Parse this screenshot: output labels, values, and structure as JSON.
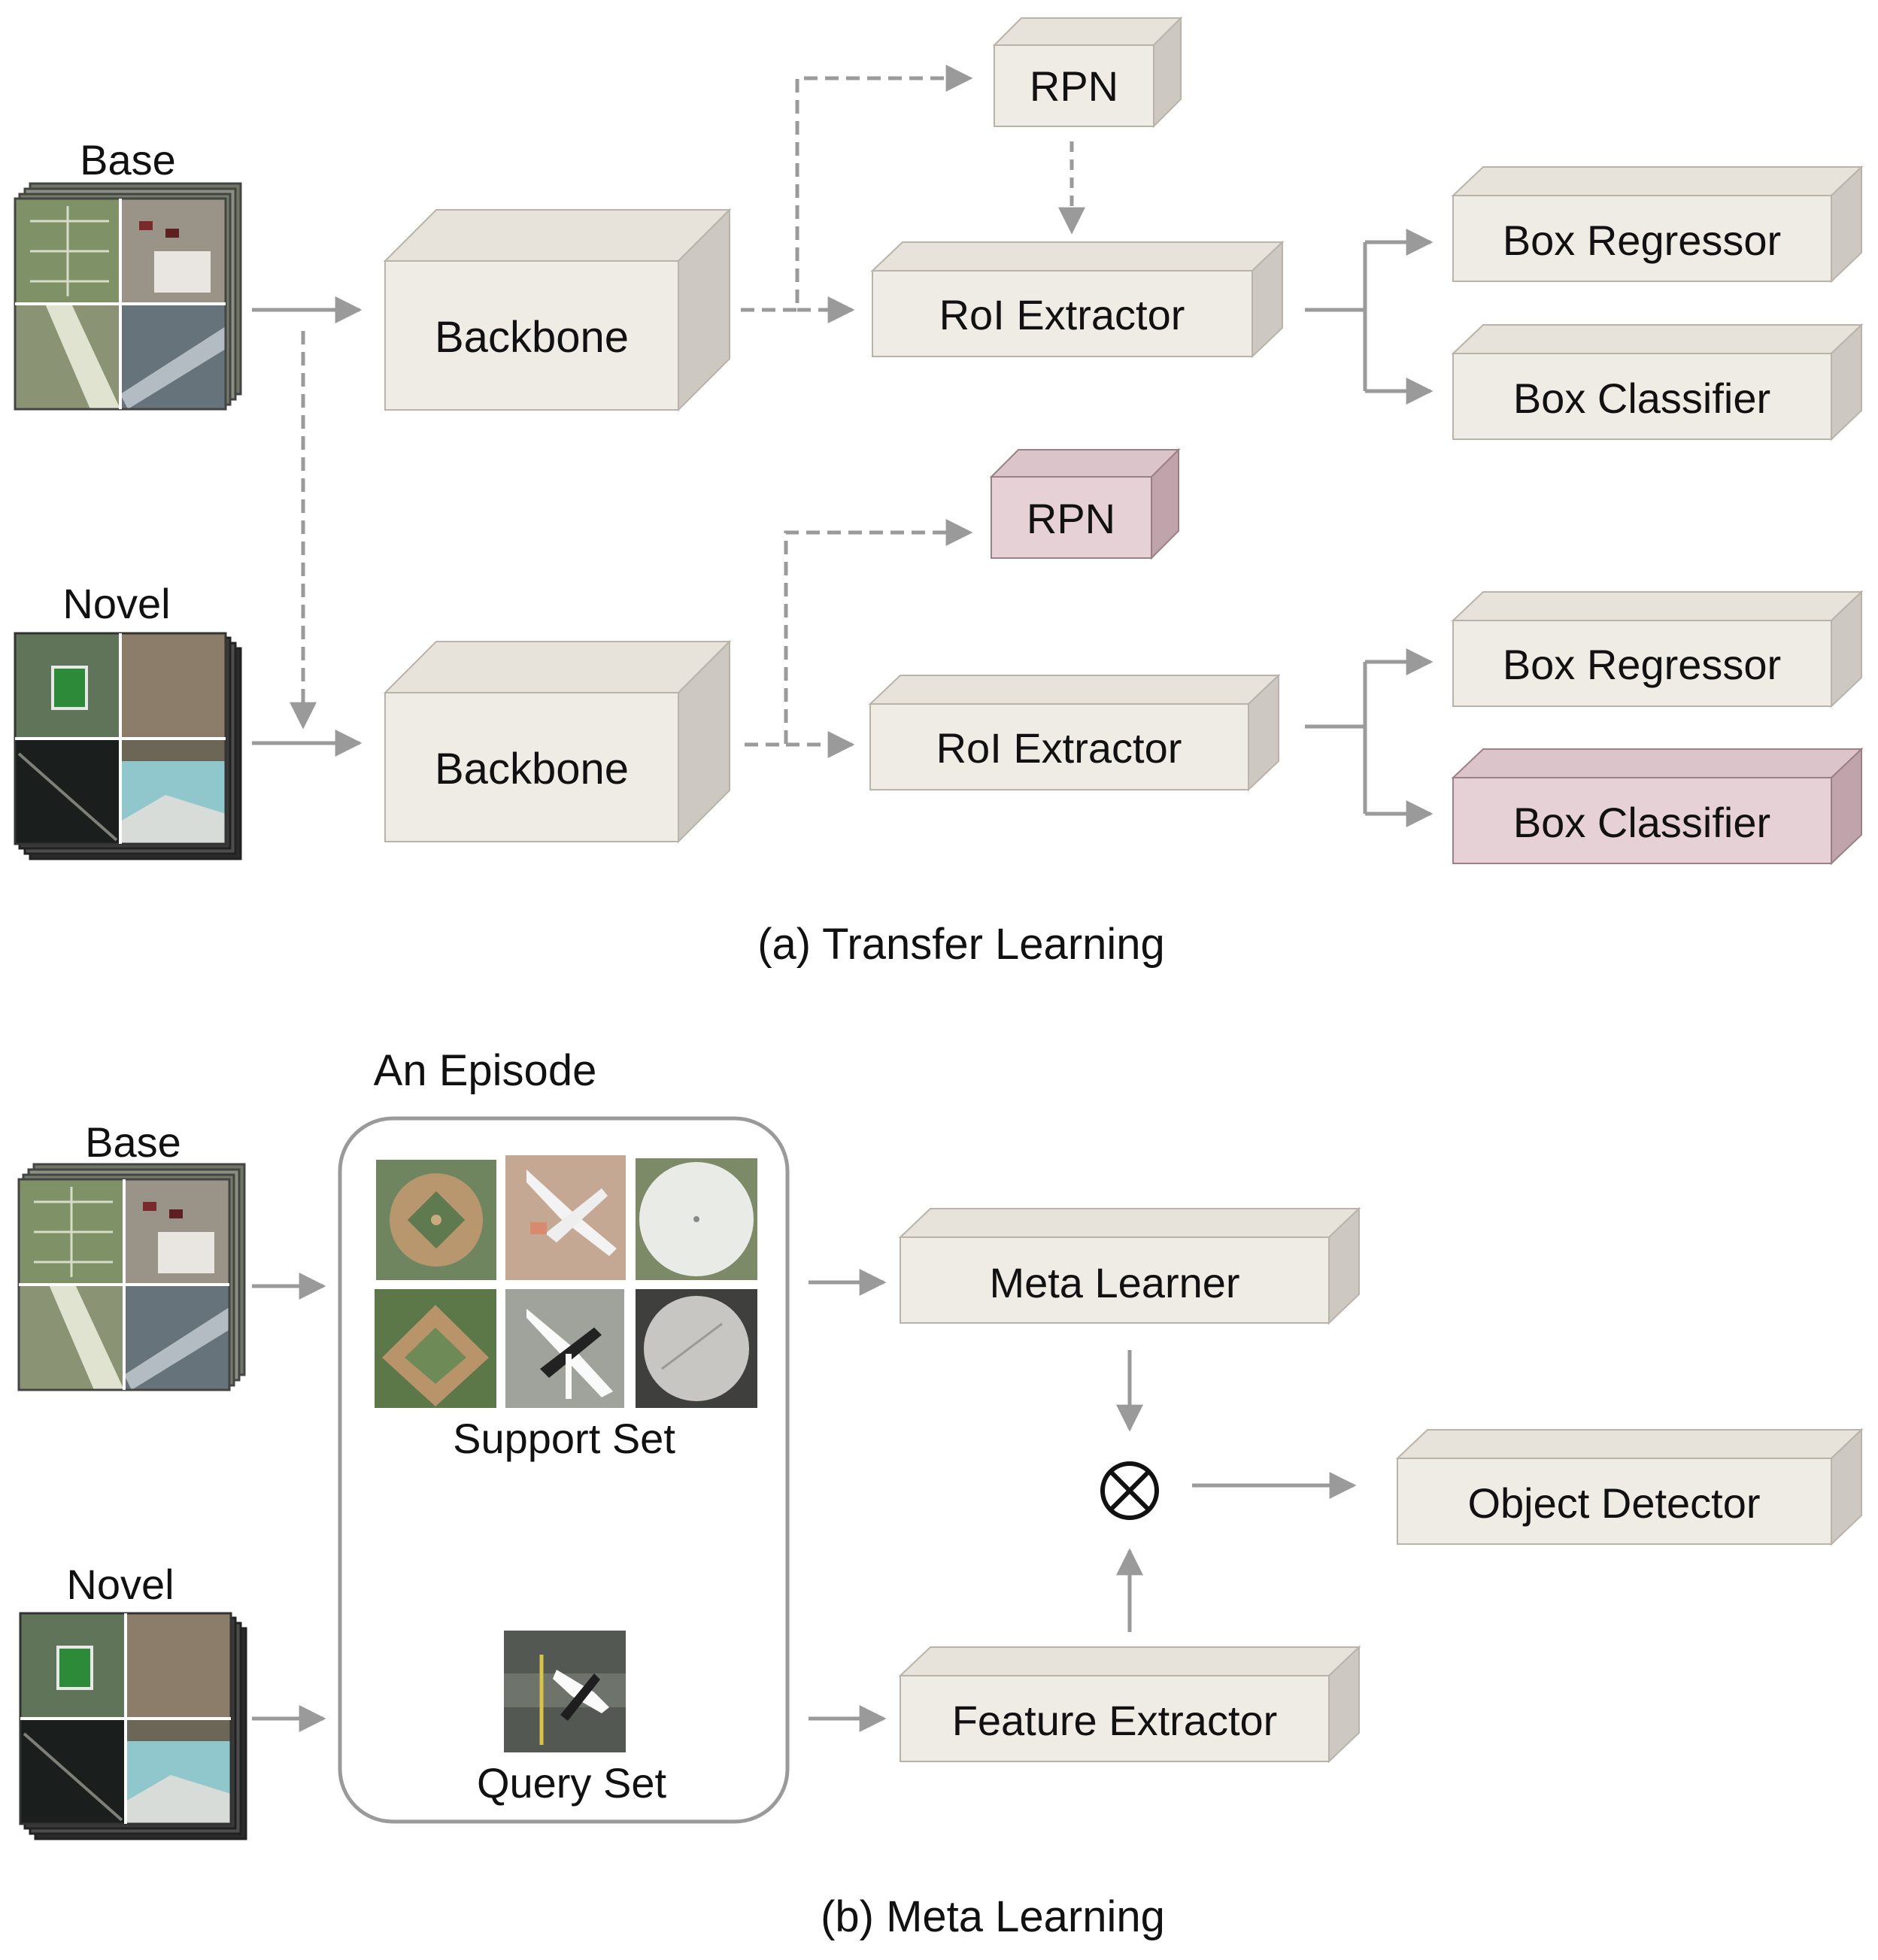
{
  "colors": {
    "box_face": "#efebe5",
    "box_top": "#e7e2da",
    "box_side": "#cdc8c1",
    "box_stroke": "#b9b3aa",
    "highlight_face": "#e6d2d6",
    "highlight_top": "#dcc5ca",
    "highlight_side": "#bfa4ab",
    "highlight_stroke": "#9c7f87",
    "arrow": "#9a9a9a",
    "text": "#111111"
  },
  "transfer": {
    "caption": "(a) Transfer Learning",
    "base_label": "Base",
    "novel_label": "Novel",
    "base": {
      "backbone": "Backbone",
      "rpn": "RPN",
      "roi": "RoI Extractor",
      "regressor": "Box Regressor",
      "classifier": "Box Classifier"
    },
    "novel": {
      "backbone": "Backbone",
      "rpn": "RPN",
      "roi": "RoI Extractor",
      "regressor": "Box Regressor",
      "classifier": "Box Classifier"
    }
  },
  "meta": {
    "caption": "(b) Meta Learning",
    "base_label": "Base",
    "novel_label": "Novel",
    "episode_label": "An Episode",
    "support_label": "Support Set",
    "query_label": "Query Set",
    "meta_learner": "Meta Learner",
    "feature_extractor": "Feature Extractor",
    "object_detector": "Object Detector",
    "combine_symbol": "⊗"
  }
}
